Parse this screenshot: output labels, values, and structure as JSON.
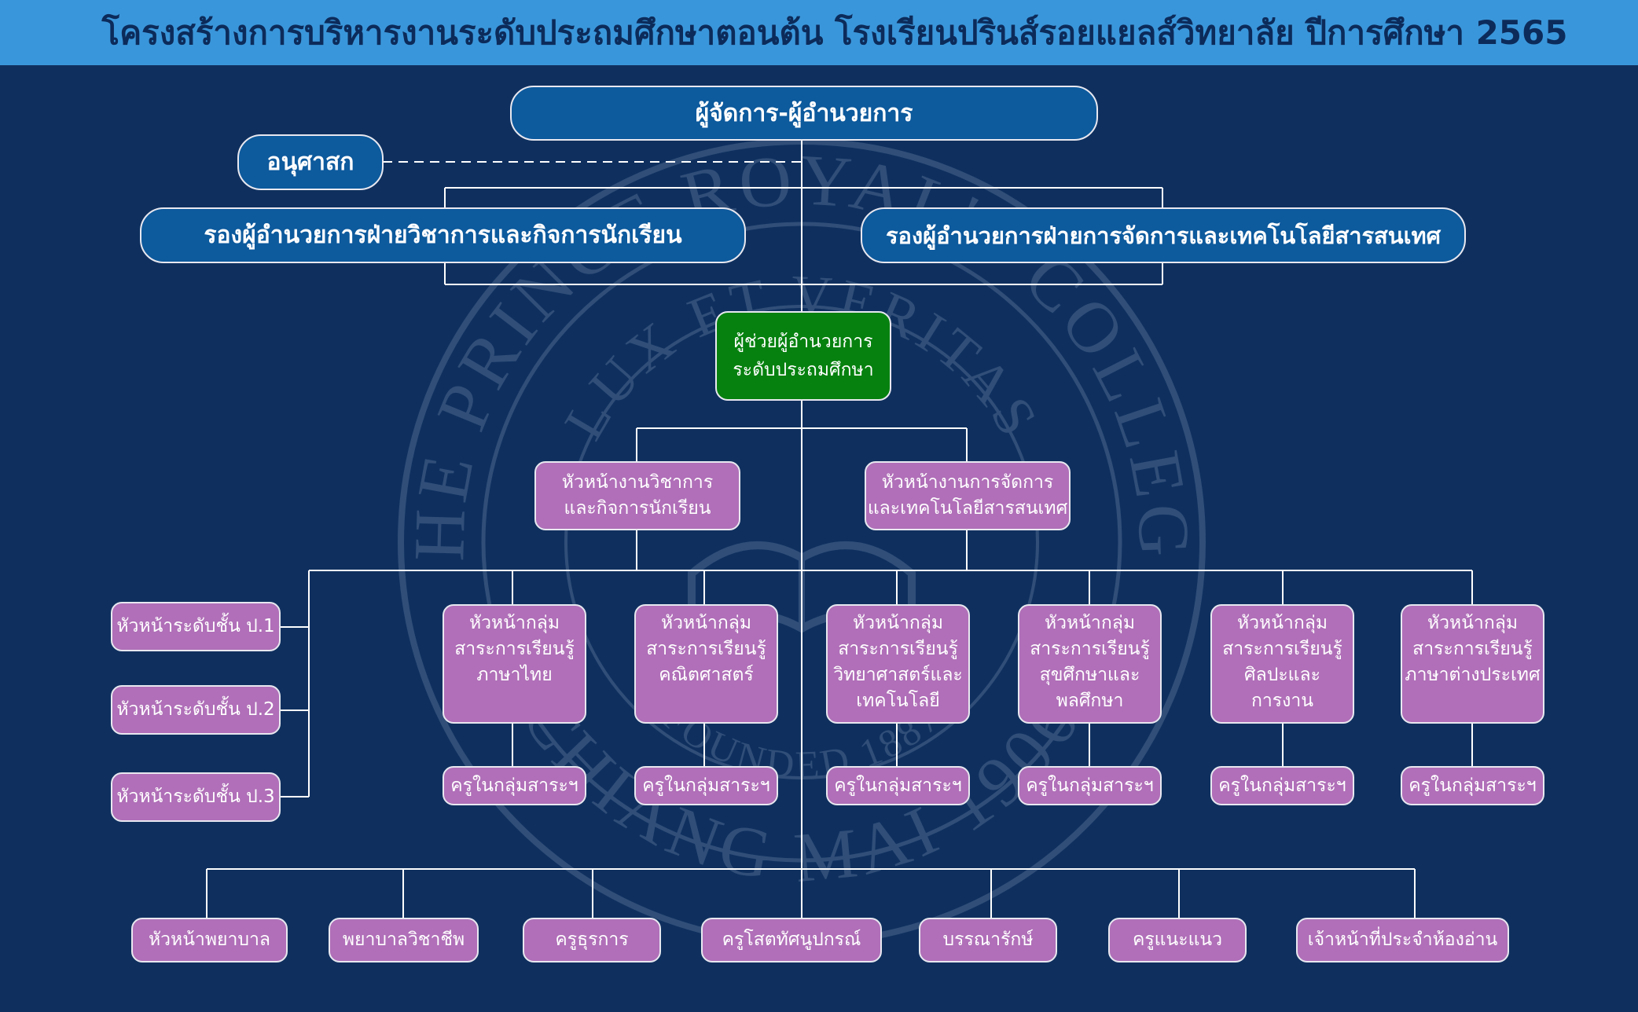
{
  "title": "โครงสร้างการบริหารงานระดับประถมศึกษาตอนต้น โรงเรียนปรินส์รอยแยลส์วิทยาลัย ปีการศึกษา 2565",
  "colors": {
    "background": "#0f305f",
    "title_bar": "#3a96da",
    "executive": "#0d5a9d",
    "assistant": "#06810f",
    "staff": "#b06fb8",
    "lines": "#ffffff"
  },
  "seal": {
    "top_text": "THE PRINCE ROYAL'S COLLEGE",
    "motto": "LUX ET VERITAS",
    "bottom_text": "CHIANG MAI 1906",
    "founded": "FOUNDED 1887"
  },
  "director": "ผู้จัดการ-ผู้อำนวยการ",
  "chaplain": "อนุศาสก",
  "deputies": {
    "academic": "รองผู้อำนวยการฝ่ายวิชาการและกิจการนักเรียน",
    "management": "รองผู้อำนวยการฝ่ายการจัดการและเทคโนโลยีสารสนเทศ"
  },
  "assistant": [
    "ผู้ช่วยผู้อำนวยการ",
    "ระดับประถมศึกษา"
  ],
  "heads": {
    "academic": [
      "หัวหน้างานวิชาการ",
      "และกิจการนักเรียน"
    ],
    "management": [
      "หัวหน้างานการจัดการ",
      "และเทคโนโลยีสารสนเทศ"
    ]
  },
  "grade_heads": [
    "หัวหน้าระดับชั้น ป.1",
    "หัวหน้าระดับชั้น ป.2",
    "หัวหน้าระดับชั้น ป.3"
  ],
  "subject_groups": [
    [
      "หัวหน้ากลุ่ม",
      "สาระการเรียนรู้",
      "ภาษาไทย"
    ],
    [
      "หัวหน้ากลุ่ม",
      "สาระการเรียนรู้",
      "คณิตศาสตร์"
    ],
    [
      "หัวหน้ากลุ่ม",
      "สาระการเรียนรู้",
      "วิทยาศาสตร์และ",
      "เทคโนโลยี"
    ],
    [
      "หัวหน้ากลุ่ม",
      "สาระการเรียนรู้",
      "สุขศึกษาและ",
      "พลศึกษา"
    ],
    [
      "หัวหน้ากลุ่ม",
      "สาระการเรียนรู้",
      "ศิลปะและ",
      "การงาน"
    ],
    [
      "หัวหน้ากลุ่ม",
      "สาระการเรียนรู้",
      "ภาษาต่างประเทศ"
    ]
  ],
  "group_teachers": "ครูในกลุ่มสาระฯ",
  "support_staff": [
    "หัวหน้าพยาบาล",
    "พยาบาลวิชาชีพ",
    "ครูธุรการ",
    "ครูโสตทัศนูปกรณ์",
    "บรรณารักษ์",
    "ครูแนะแนว",
    "เจ้าหน้าที่ประจำห้องอ่าน"
  ]
}
